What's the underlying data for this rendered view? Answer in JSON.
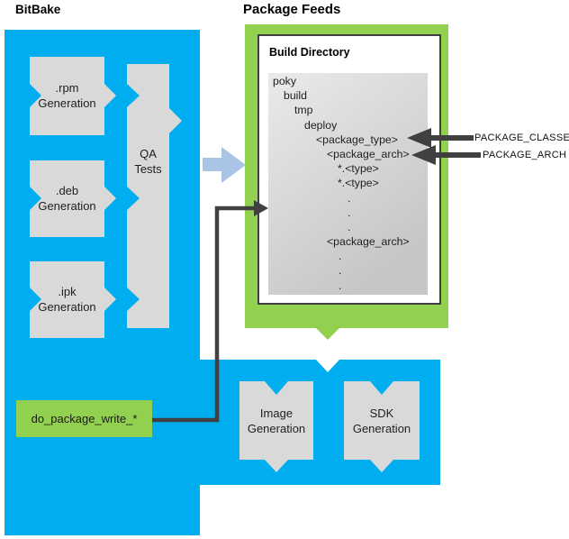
{
  "titles": {
    "bitbake": "BitBake",
    "package_feeds": "Package Feeds",
    "build_directory": "Build Directory"
  },
  "pipeline": {
    "rpm": {
      "l1": ".rpm",
      "l2": "Generation"
    },
    "deb": {
      "l1": ".deb",
      "l2": "Generation"
    },
    "ipk": {
      "l1": ".ipk",
      "l2": "Generation"
    },
    "qa": {
      "l1": "QA",
      "l2": "Tests"
    },
    "task": "do_package_write_*"
  },
  "tree": {
    "lines": [
      "poky",
      "build",
      "tmp",
      "deploy",
      "<package_type>",
      "<package_arch>",
      "*.<type>",
      "*.<type>",
      ".",
      ".",
      ".",
      "<package_arch>",
      ".",
      ".",
      "."
    ]
  },
  "annotations": {
    "package_classes": "PACKAGE_CLASSES",
    "package_arch": "PACKAGE_ARCH"
  },
  "outputs": {
    "image": {
      "l1": "Image",
      "l2": "Generation"
    },
    "sdk": {
      "l1": "SDK",
      "l2": "Generation"
    }
  },
  "colors": {
    "bitbake_blue": "#00AEEF",
    "feeds_green": "#92D050",
    "shape_gray": "#D9D9D9",
    "pale_arrow_blue": "#A9C4E4",
    "connector_dark": "#404040",
    "text_dark": "#1F1F1F"
  }
}
